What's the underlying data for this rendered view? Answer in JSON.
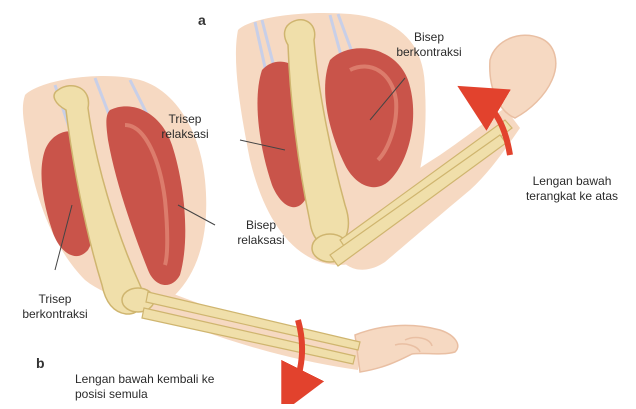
{
  "panels": {
    "a": {
      "tag": "a",
      "biceps_l1": "Bisep",
      "biceps_l2": "berkontraksi",
      "triceps_l1": "Trisep",
      "triceps_l2": "relaksasi",
      "movement_l1": "Lengan bawah",
      "movement_l2": "terangkat ke atas"
    },
    "b": {
      "tag": "b",
      "biceps_l1": "Bisep",
      "biceps_l2": "relaksasi",
      "triceps_l1": "Trisep",
      "triceps_l2": "berkontraksi",
      "movement_l1": "Lengan bawah kembali ke",
      "movement_l2": "posisi semula"
    }
  },
  "colors": {
    "skin": "#f6d9c2",
    "skin_shadow": "#e9bfa3",
    "muscle": "#c9544a",
    "muscle_light": "#dc7c6c",
    "bone": "#f0dfaa",
    "bone_edge": "#cfb56f",
    "tendon": "#c8cfe8",
    "arrow": "#e2422d"
  }
}
